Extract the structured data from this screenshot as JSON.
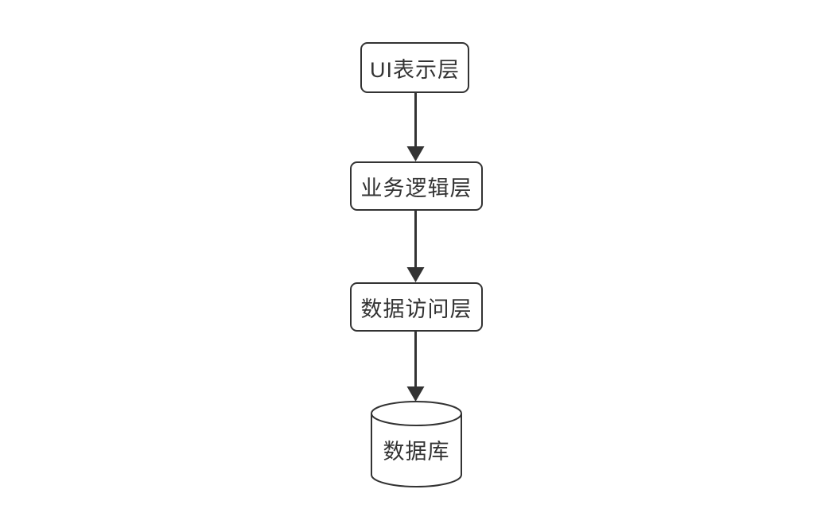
{
  "diagram": {
    "type": "flowchart",
    "direction": "top-to-bottom",
    "nodes": [
      {
        "id": "ui-layer",
        "label": "UI表示层",
        "shape": "rounded-rectangle"
      },
      {
        "id": "business-logic-layer",
        "label": "业务逻辑层",
        "shape": "rounded-rectangle"
      },
      {
        "id": "data-access-layer",
        "label": "数据访问层",
        "shape": "rounded-rectangle"
      },
      {
        "id": "database",
        "label": "数据库",
        "shape": "cylinder"
      }
    ],
    "edges": [
      {
        "from": "ui-layer",
        "to": "business-logic-layer",
        "style": "solid-arrow-down"
      },
      {
        "from": "business-logic-layer",
        "to": "data-access-layer",
        "style": "solid-arrow-down"
      },
      {
        "from": "data-access-layer",
        "to": "database",
        "style": "solid-arrow-down"
      }
    ],
    "colors": {
      "stroke": "#333333",
      "text": "#333333",
      "background": "#ffffff"
    }
  }
}
